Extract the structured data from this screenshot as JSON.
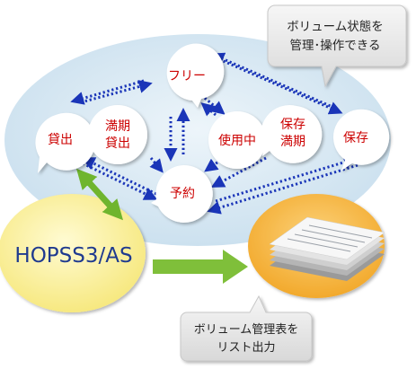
{
  "callouts": {
    "top": {
      "line1": "ボリューム状態を",
      "line2": "管理･操作できる"
    },
    "bottom": {
      "line1": "ボリューム管理表を",
      "line2": "リスト出力"
    }
  },
  "system": {
    "name": "HOPSS3/AS"
  },
  "states": {
    "lending": "貸出",
    "expired_lending": {
      "line1": "満期",
      "line2": "貸出"
    },
    "free": "フリー",
    "reserved": "予約",
    "in_use": "使用中",
    "kept_expired": {
      "line1": "保存",
      "line2": "満期"
    },
    "kept": "保存"
  },
  "colors": {
    "state_text": "#cc0000",
    "arrow": "#1a35b8",
    "cloud": "#d7e8f3",
    "system_circle": "#faf09a",
    "disk": "#f5b93c",
    "green_arrow": "#7fbf3a"
  }
}
